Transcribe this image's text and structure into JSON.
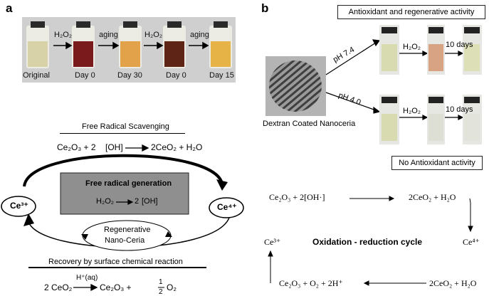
{
  "panel_a": {
    "letter": "a",
    "vials": [
      {
        "label": "Original",
        "liquid": "#d8d2a8"
      },
      {
        "label": "Day 0",
        "liquid": "#7a1a1c"
      },
      {
        "label": "Day 30",
        "liquid": "#e2a24a"
      },
      {
        "label": "Day 0",
        "liquid": "#5e2416"
      },
      {
        "label": "Day 15",
        "liquid": "#e6b446"
      }
    ],
    "step_labels": [
      "H₂O₂",
      "aging",
      "H₂O₂",
      "aging"
    ],
    "scavenging_title": "Free Radical Scavenging",
    "scavenging_eq": {
      "lhs": "Ce₂O₃ + 2",
      "radical": "[OH]",
      "rhs": "2CeO₂  + H₂O"
    },
    "generation_title": "Free radical generation",
    "generation_eq": {
      "lhs": "H₂O₂",
      "rhs": "2",
      "radical": "[OH]"
    },
    "ce3": "Ce³⁺",
    "ce4": "Ce⁴⁺",
    "regen": [
      "Regenerative",
      "Nano-Ceria"
    ],
    "recovery_title": "Recovery by surface chemical reaction",
    "recovery_eq": {
      "catalyst": "H⁺(aq)",
      "lhs": "2 CeO₂",
      "rhs": "Ce₂O₃ +",
      "frac_num": "1",
      "frac_den": "2",
      "o2": "O₂"
    },
    "colors": {
      "gray_box": "#8f8f8f"
    }
  },
  "panel_b": {
    "letter": "b",
    "top_box": "Antioxidant and regenerative activity",
    "bottom_box": "No Antioxidant activity",
    "particle_label": "Dextran Coated Nanoceria",
    "ph_top": "pH 7.4",
    "ph_bottom": "pH 4.0",
    "h2o2": "H₂O₂",
    "days": "10 days",
    "cycle_title": "Oxidation - reduction cycle",
    "eq_top_left": "Ce₂O₃ + 2[OH·]",
    "eq_top_right": "2CeO₂ + H₂O",
    "eq_bottom_left": "Ce₂O₃ + O₂ + 2H⁺",
    "eq_bottom_right": "2CeO₂ + H₂O",
    "ce3": "Ce³⁺",
    "ce4": "Ce⁴⁺"
  }
}
